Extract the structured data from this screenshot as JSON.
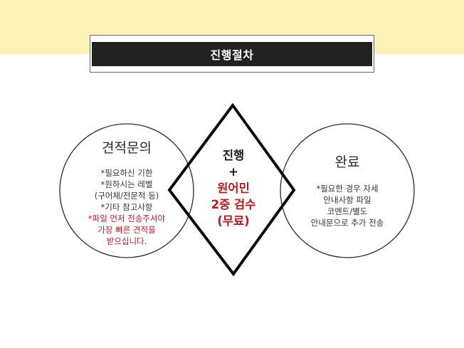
{
  "header": {
    "title": "진행절차",
    "band_color": "#fcf1b6",
    "bar_color": "#222222"
  },
  "steps": {
    "left": {
      "title": "견적문의",
      "lines": [
        "*필요하신 기한",
        "*원하시는 레벨",
        "(구어체/전문적 등)",
        "*기타 참고사항"
      ],
      "note_lines": [
        "*파일 먼저 전송주셔야",
        "가장 빠른 견적을",
        "받으십니다."
      ]
    },
    "center": {
      "line1": "진행",
      "plus": "+",
      "red_lines": [
        "원어민",
        "2중 검수",
        "(무료)"
      ]
    },
    "right": {
      "title": "완료",
      "lines": [
        "*필요한 경우 자세",
        "안내사항 파일",
        "코멘트/별도",
        "안내문으로 추가 전송"
      ]
    }
  },
  "colors": {
    "accent_red": "#b01c24",
    "text": "#2a2a2a"
  }
}
